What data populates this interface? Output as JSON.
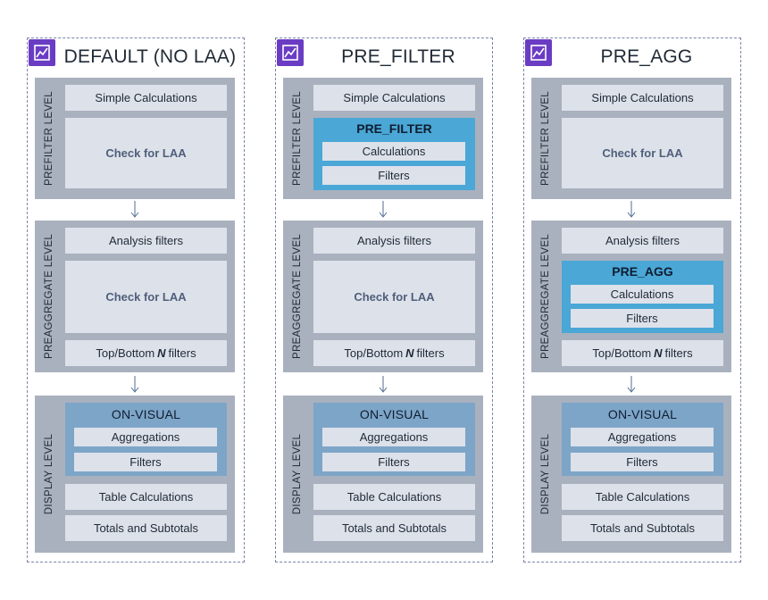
{
  "columns": [
    {
      "title": "DEFAULT (NO LAA)",
      "icon": "quicksight-chart-icon",
      "prefilter": {
        "label": "PREFILTER LEVEL",
        "simple": "Simple Calculations",
        "laa_check": "Check for LAA"
      },
      "preaggregate": {
        "label": "PREAGGREGATE LEVEL",
        "analysis_filters": "Analysis filters",
        "laa_check": "Check for LAA",
        "topbottom_prefix": "Top/Bottom",
        "topbottom_n": "N",
        "topbottom_suffix": "filters"
      },
      "display": {
        "label": "DISPLAY LEVEL",
        "onvisual_title": "ON-VISUAL",
        "aggregations": "Aggregations",
        "filters": "Filters",
        "table_calcs": "Table Calculations",
        "totals": "Totals and Subtotals"
      }
    },
    {
      "title": "PRE_FILTER",
      "icon": "quicksight-chart-icon",
      "prefilter": {
        "label": "PREFILTER LEVEL",
        "simple": "Simple Calculations",
        "highlight_title": "PRE_FILTER",
        "calculations": "Calculations",
        "filters": "Filters"
      },
      "preaggregate": {
        "label": "PREAGGREGATE LEVEL",
        "analysis_filters": "Analysis filters",
        "laa_check": "Check for LAA",
        "topbottom_prefix": "Top/Bottom",
        "topbottom_n": "N",
        "topbottom_suffix": "filters"
      },
      "display": {
        "label": "DISPLAY LEVEL",
        "onvisual_title": "ON-VISUAL",
        "aggregations": "Aggregations",
        "filters": "Filters",
        "table_calcs": "Table Calculations",
        "totals": "Totals and Subtotals"
      }
    },
    {
      "title": "PRE_AGG",
      "icon": "quicksight-chart-icon",
      "prefilter": {
        "label": "PREFILTER LEVEL",
        "simple": "Simple Calculations",
        "laa_check": "Check for LAA"
      },
      "preaggregate": {
        "label": "PREAGGREGATE LEVEL",
        "analysis_filters": "Analysis filters",
        "highlight_title": "PRE_AGG",
        "calculations": "Calculations",
        "filters": "Filters",
        "topbottom_prefix": "Top/Bottom",
        "topbottom_n": "N",
        "topbottom_suffix": "filters"
      },
      "display": {
        "label": "DISPLAY LEVEL",
        "onvisual_title": "ON-VISUAL",
        "aggregations": "Aggregations",
        "filters": "Filters",
        "table_calcs": "Table Calculations",
        "totals": "Totals and Subtotals"
      }
    }
  ],
  "colors": {
    "level_bg": "#a9b1be",
    "box_bg": "#dde1ea",
    "highlight_bg": "#4aa7d6",
    "onvisual_bg": "#7da5c8",
    "logo_bg": "#6a3cc4"
  }
}
